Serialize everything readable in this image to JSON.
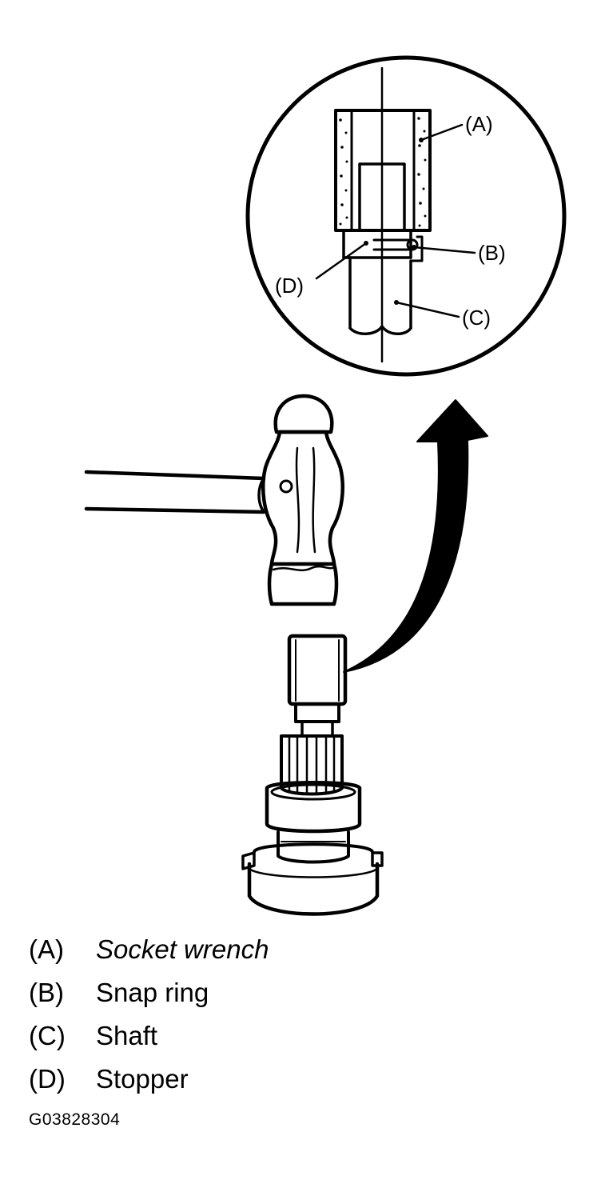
{
  "callouts": {
    "a": "(A)",
    "b": "(B)",
    "c": "(C)",
    "d": "(D)"
  },
  "legend": [
    {
      "key": "(A)",
      "text": "Socket wrench",
      "italic": true
    },
    {
      "key": "(B)",
      "text": "Snap ring",
      "italic": false
    },
    {
      "key": "(C)",
      "text": "Shaft",
      "italic": false
    },
    {
      "key": "(D)",
      "text": "Stopper",
      "italic": false
    }
  ],
  "figure_id": "G03828304",
  "colors": {
    "ink": "#000000",
    "paper": "#ffffff"
  }
}
